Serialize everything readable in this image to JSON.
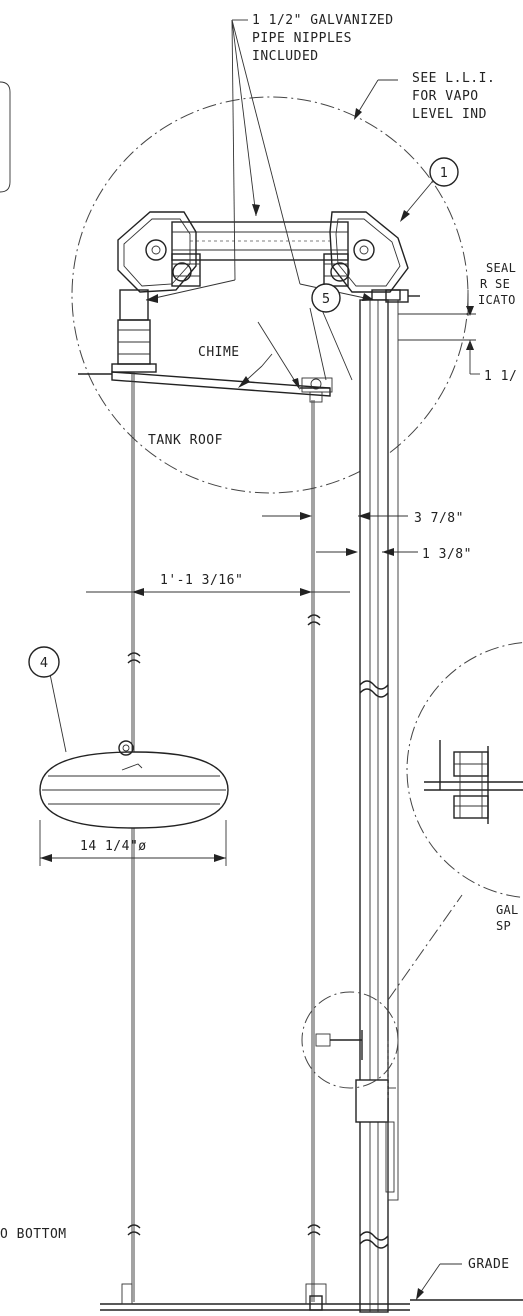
{
  "notes": {
    "pipe_nipples_line1": "1 1/2\" GALVANIZED",
    "pipe_nipples_line2": "PIPE NIPPLES",
    "pipe_nipples_line3": "INCLUDED",
    "see_lli_line1": "SEE L.L.I.",
    "see_lli_line2": "FOR VAPO",
    "see_lli_line3": "LEVEL IND",
    "seal_line1": "SEAL",
    "seal_line2": "R SE",
    "seal_line3": "ICATO",
    "chime": "CHIME",
    "tank_roof": "TANK ROOF",
    "galv_line1": "GAL",
    "galv_line2": "SP",
    "to_bottom": "O BOTTOM",
    "grade": "GRADE"
  },
  "dimensions": {
    "d_3_7_8": "3 7/8\"",
    "d_1_3_8": "1 3/8\"",
    "d_1_1_16": "1'-1 3/16\"",
    "d_14_1_4": "14 1/4\"ø",
    "d_1_1": "1 1/"
  },
  "callouts": {
    "c1": "1",
    "c4": "4",
    "c5": "5"
  }
}
